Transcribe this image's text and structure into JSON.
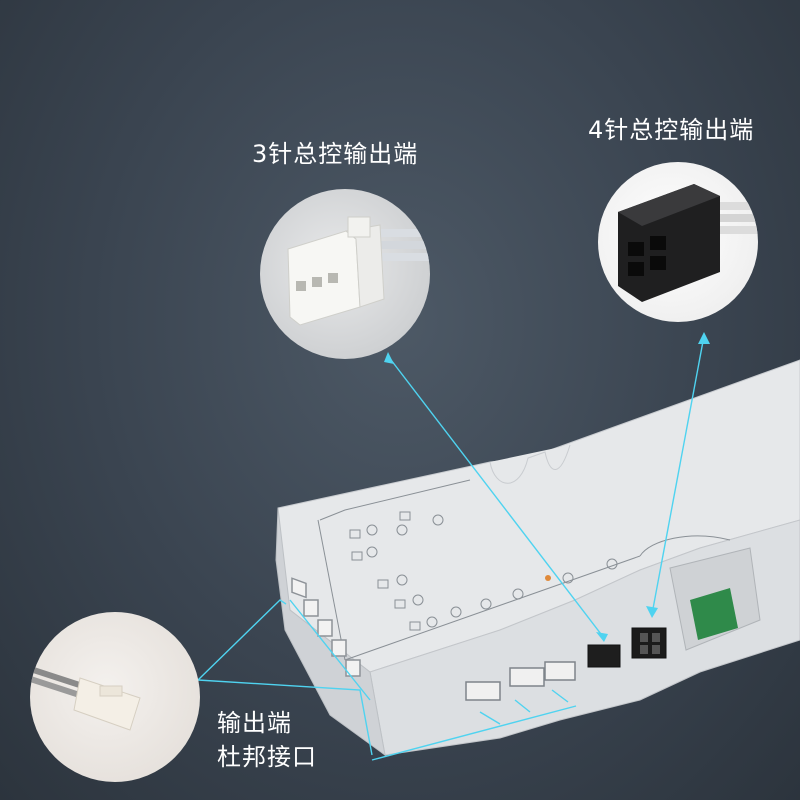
{
  "labels": {
    "three_pin_master_output": "3针总控输出端",
    "four_pin_master_output": "4针总控输出端",
    "output_line1": "输出端",
    "output_line2": "杜邦接口"
  },
  "colors": {
    "background": "#3a4450",
    "device_body": "#e4e6e8",
    "callout_line": "#4fd3f0",
    "label_text": "#ffffff"
  }
}
